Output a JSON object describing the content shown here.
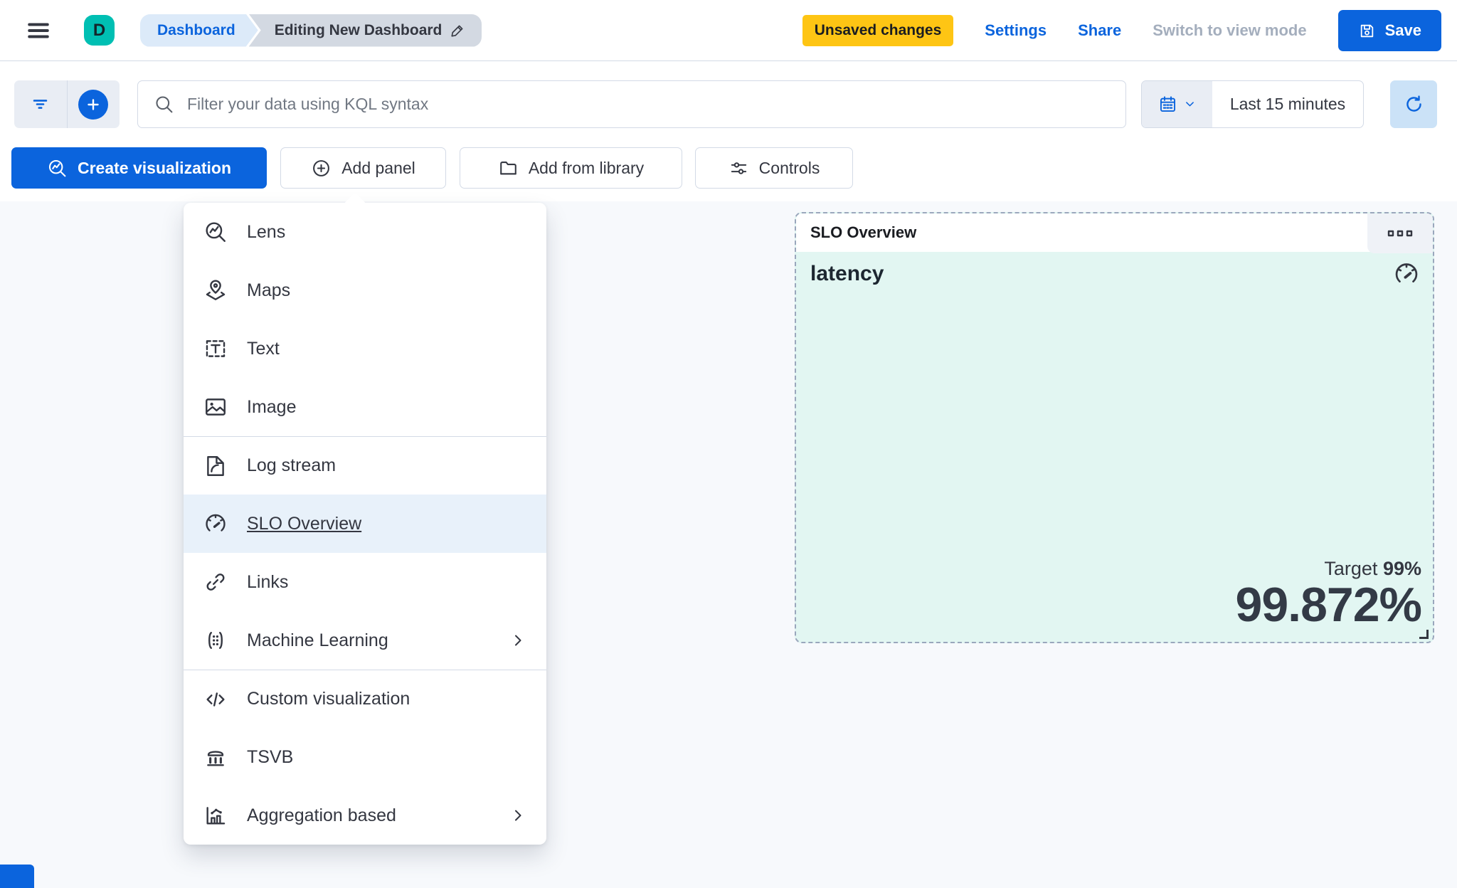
{
  "header": {
    "avatar_initial": "D",
    "breadcrumbs": [
      {
        "label": "Dashboard"
      },
      {
        "label": "Editing New Dashboard"
      }
    ],
    "unsaved_badge": "Unsaved changes",
    "settings_label": "Settings",
    "share_label": "Share",
    "switch_view_label": "Switch to view mode",
    "save_label": "Save"
  },
  "filter_bar": {
    "search_placeholder": "Filter your data using KQL syntax",
    "time_range": "Last 15 minutes"
  },
  "toolbar": {
    "create_visualization_label": "Create visualization",
    "add_panel_label": "Add panel",
    "add_from_library_label": "Add from library",
    "controls_label": "Controls"
  },
  "add_panel_menu": {
    "items": [
      {
        "label": "Lens",
        "icon": "lens-icon"
      },
      {
        "label": "Maps",
        "icon": "maps-icon"
      },
      {
        "label": "Text",
        "icon": "text-icon"
      },
      {
        "label": "Image",
        "icon": "image-icon"
      },
      {
        "label": "Log stream",
        "icon": "log-stream-icon",
        "divider_above": true
      },
      {
        "label": "SLO Overview",
        "icon": "gauge-icon",
        "highlighted": true
      },
      {
        "label": "Links",
        "icon": "link-icon"
      },
      {
        "label": "Machine Learning",
        "icon": "machine-learning-icon",
        "submenu": true
      },
      {
        "label": "Custom visualization",
        "icon": "code-icon",
        "divider_above": true
      },
      {
        "label": "TSVB",
        "icon": "tsvb-icon"
      },
      {
        "label": "Aggregation based",
        "icon": "aggregation-icon",
        "submenu": true
      }
    ]
  },
  "slo_panel": {
    "header_title": "SLO Overview",
    "slo_name": "latency",
    "target_label": "Target",
    "target_value": "99%",
    "value": "99.872%"
  },
  "colors": {
    "primary_blue": "#0B64DD",
    "warning_yellow": "#FEC514",
    "avatar_teal": "#00BFB3",
    "panel_mint": "#E2F6F2",
    "menu_highlight": "#E8F1FA",
    "border_gray": "#D3DAE6",
    "canvas_bg": "#F7F9FC",
    "text_dark": "#343741"
  }
}
